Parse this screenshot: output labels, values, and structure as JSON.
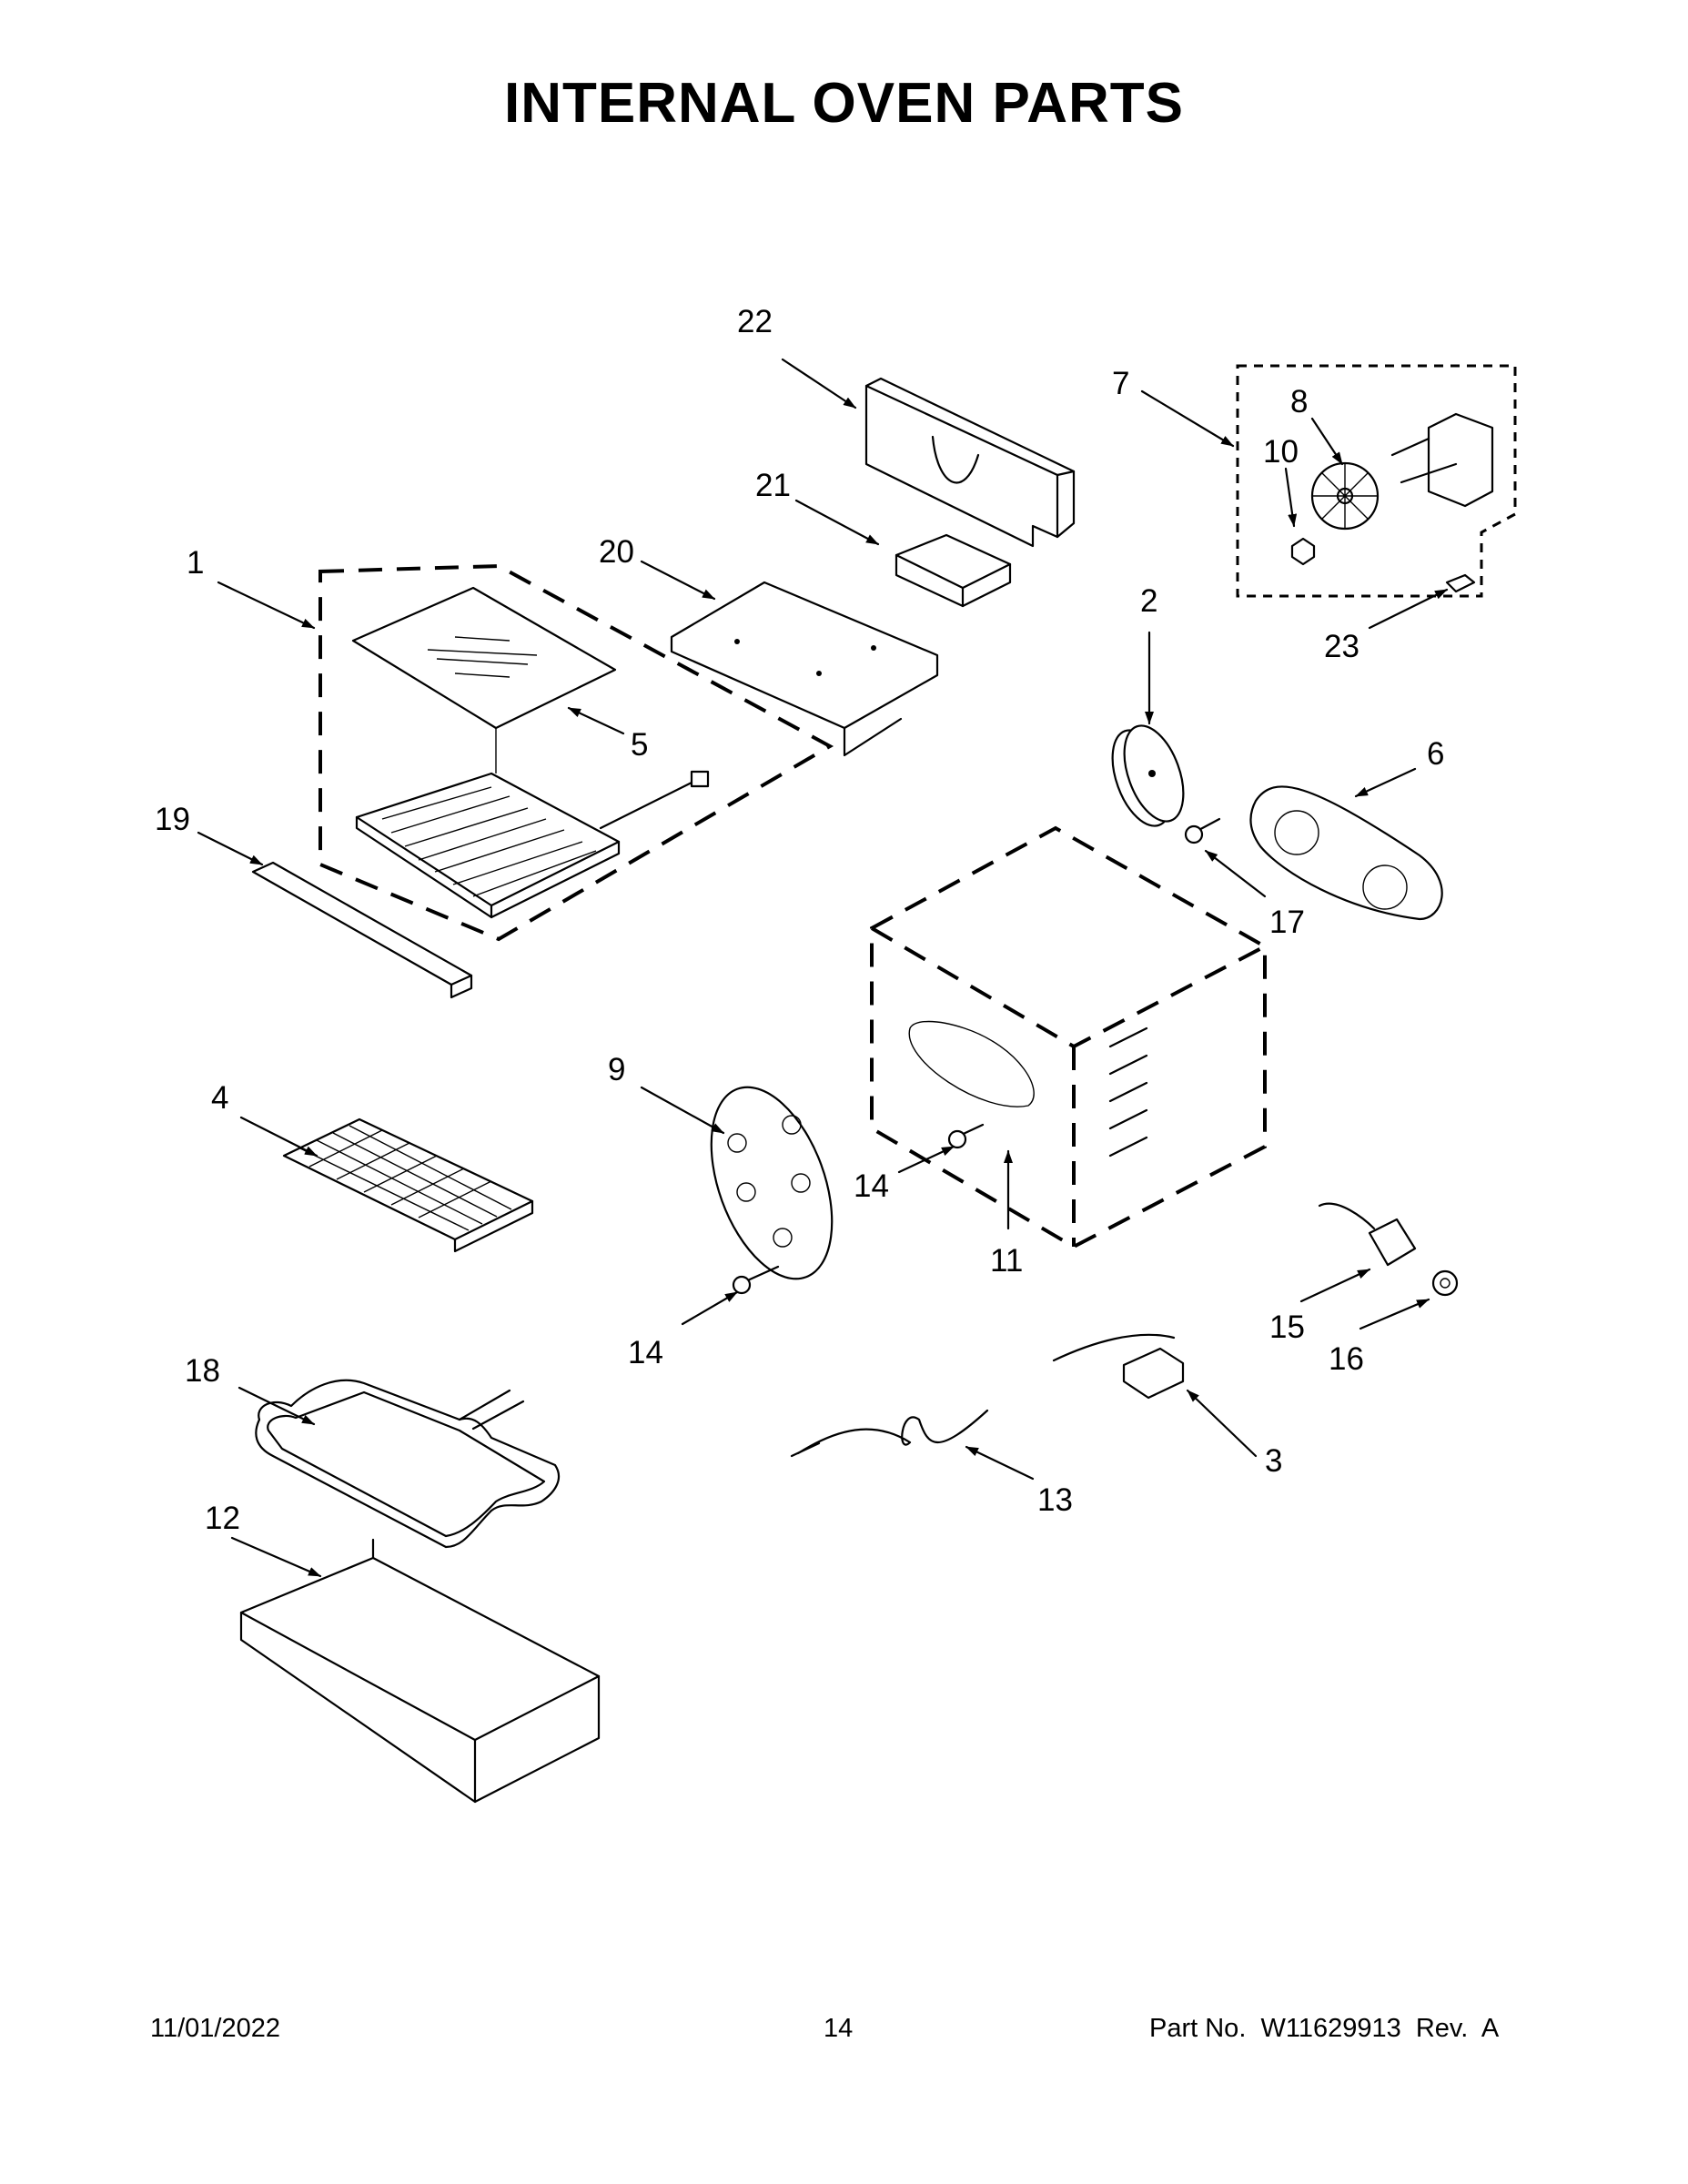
{
  "page": {
    "title": "INTERNAL OVEN PARTS",
    "footer": {
      "date": "11/01/2022",
      "page_number": "14",
      "part_number": "Part No.  W11629913  Rev.  A"
    }
  },
  "callouts": [
    "1",
    "2",
    "3",
    "4",
    "5",
    "6",
    "7",
    "8",
    "9",
    "10",
    "11",
    "12",
    "13",
    "14",
    "14",
    "15",
    "16",
    "17",
    "18",
    "19",
    "20",
    "21",
    "22",
    "23"
  ]
}
